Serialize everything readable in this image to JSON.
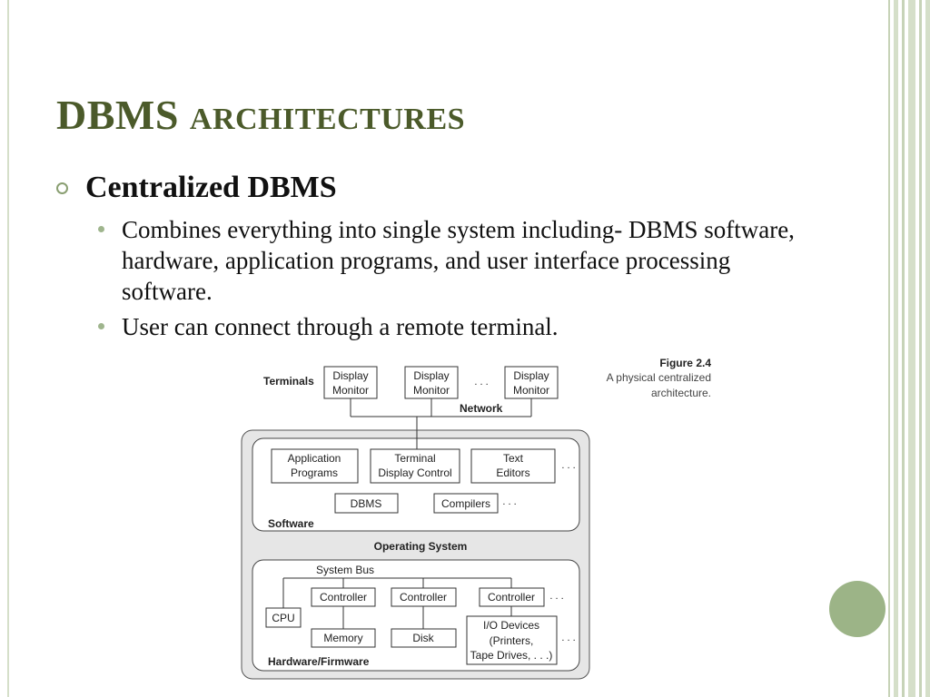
{
  "slide": {
    "title_main": "DBMS ",
    "title_rest": "Architectures",
    "bullet": "Centralized DBMS",
    "subbullets": [
      "Combines everything into single system including- DBMS software, hardware, application programs, and user interface processing software.",
      "User can connect through a remote terminal."
    ]
  },
  "figure": {
    "caption_title": "Figure 2.4",
    "caption_line1": "A physical centralized",
    "caption_line2": "architecture.",
    "terminals_label": "Terminals",
    "display": "Display",
    "monitor": "Monitor",
    "ellipsis": ". . .",
    "network_label": "Network",
    "application": "Application",
    "programs": "Programs",
    "terminal": "Terminal",
    "display_control": "Display Control",
    "text": "Text",
    "editors": "Editors",
    "dbms": "DBMS",
    "compilers": "Compilers",
    "software_label": "Software",
    "os_label": "Operating System",
    "system_bus": "System Bus",
    "controller": "Controller",
    "cpu": "CPU",
    "memory": "Memory",
    "disk": "Disk",
    "io_devices": "I/O Devices",
    "printers": "(Printers,",
    "tape_drives": "Tape Drives, . . .)",
    "hardware_label": "Hardware/Firmware"
  }
}
